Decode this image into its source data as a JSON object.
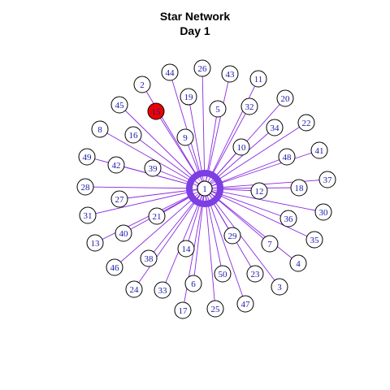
{
  "title": "Star Network",
  "subtitle": "Day 1",
  "colors": {
    "edge": "#8a2be2",
    "hub_ring": "#7b3fe4",
    "node_fill": "#ffffff",
    "node_stroke": "#000000",
    "label": "#1a1aa6",
    "infected_fill": "#ee0000"
  },
  "hub": {
    "id": "1"
  },
  "infected": [
    "15"
  ],
  "nodes": [
    "2",
    "3",
    "4",
    "5",
    "6",
    "7",
    "8",
    "9",
    "10",
    "11",
    "12",
    "13",
    "14",
    "15",
    "16",
    "17",
    "18",
    "19",
    "20",
    "21",
    "22",
    "23",
    "24",
    "25",
    "26",
    "27",
    "28",
    "29",
    "30",
    "31",
    "32",
    "33",
    "34",
    "35",
    "36",
    "37",
    "38",
    "39",
    "40",
    "41",
    "42",
    "43",
    "44",
    "45",
    "46",
    "47",
    "48",
    "49",
    "50"
  ]
}
